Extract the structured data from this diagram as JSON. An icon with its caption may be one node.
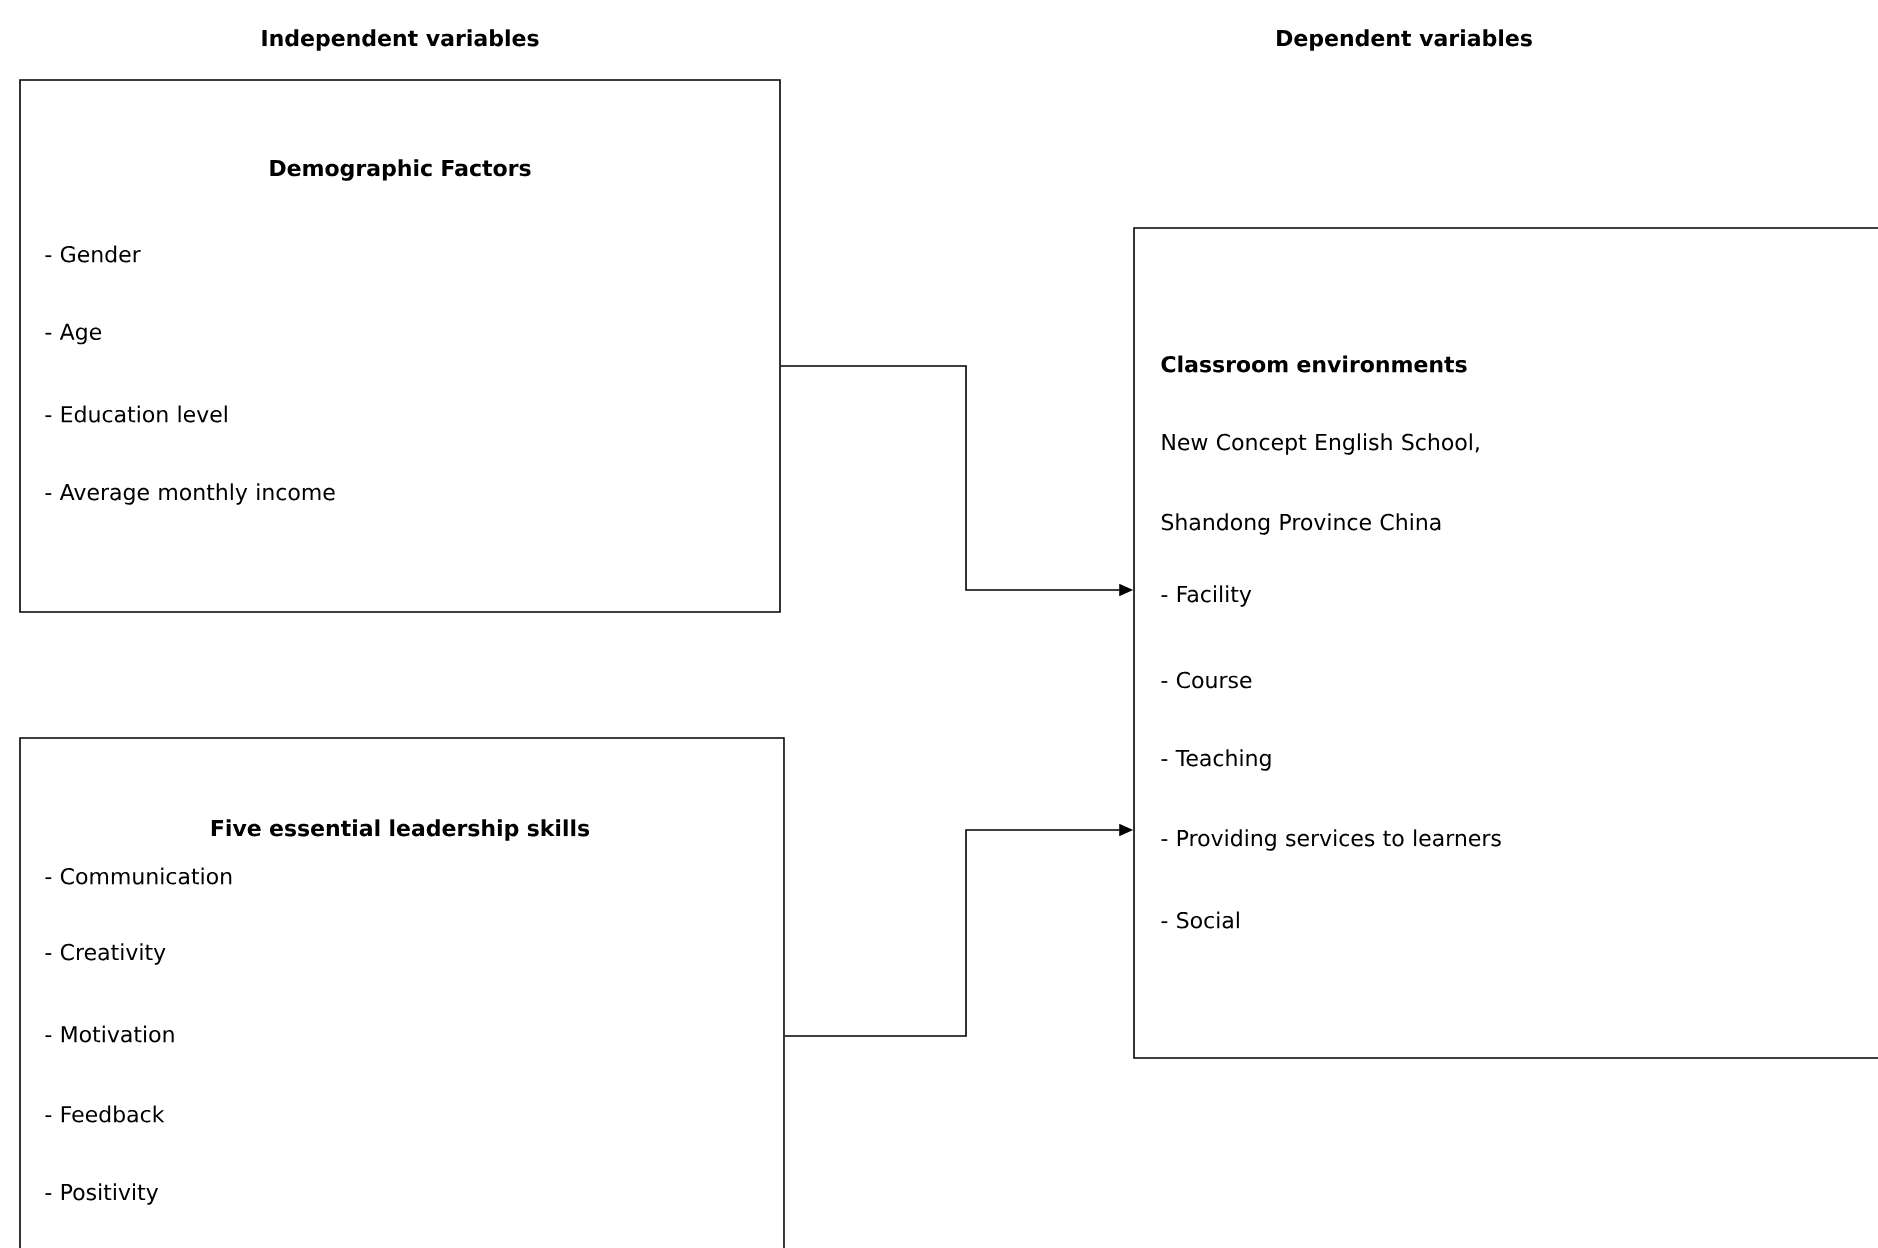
{
  "diagram": {
    "nodes": [
      {
        "text": [
          "Demographic Factors",
          "- Gender",
          "- Age",
          "- Education level",
          "- Average monthly income"
        ]
      },
      {
        "text": [
          "Five essential leadership skills",
          "- Communication",
          "- Creativity",
          "- Motivation",
          "- Feedback",
          "- Positivity"
        ]
      },
      {
        "text": [
          "Classroom environments",
          "New Concept English School, Shandong Province China",
          "- Facility",
          "- Course",
          "- Teaching",
          "- Providing services to learners",
          "- Social"
        ]
      }
    ],
    "edges": [
      {
        "from": 0,
        "to": 2,
        "arrow": "to"
      },
      {
        "from": 1,
        "to": 2,
        "arrow": "to"
      }
    ],
    "labels": [
      "Independent variables",
      "Dependent variables"
    ]
  }
}
